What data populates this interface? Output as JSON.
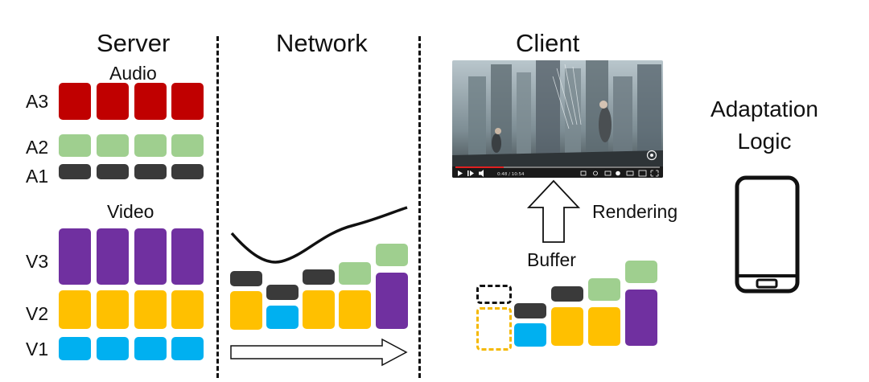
{
  "sections": {
    "server": "Server",
    "network": "Network",
    "client": "Client"
  },
  "server": {
    "audio_heading": "Audio",
    "video_heading": "Video",
    "audio_rows": [
      "A3",
      "A2",
      "A1"
    ],
    "video_rows": [
      "V3",
      "V2",
      "V1"
    ]
  },
  "client": {
    "buffer_label": "Buffer",
    "rendering_label": "Rendering",
    "adaptation_line1": "Adaptation",
    "adaptation_line2": "Logic"
  },
  "player": {
    "time": "0:48 / 10:54"
  },
  "colors": {
    "A3": "#c00000",
    "A2": "#9fcf8f",
    "A1": "#3a3a3a",
    "V3": "#7030a0",
    "V2": "#ffc000",
    "V1": "#00b0f0"
  }
}
